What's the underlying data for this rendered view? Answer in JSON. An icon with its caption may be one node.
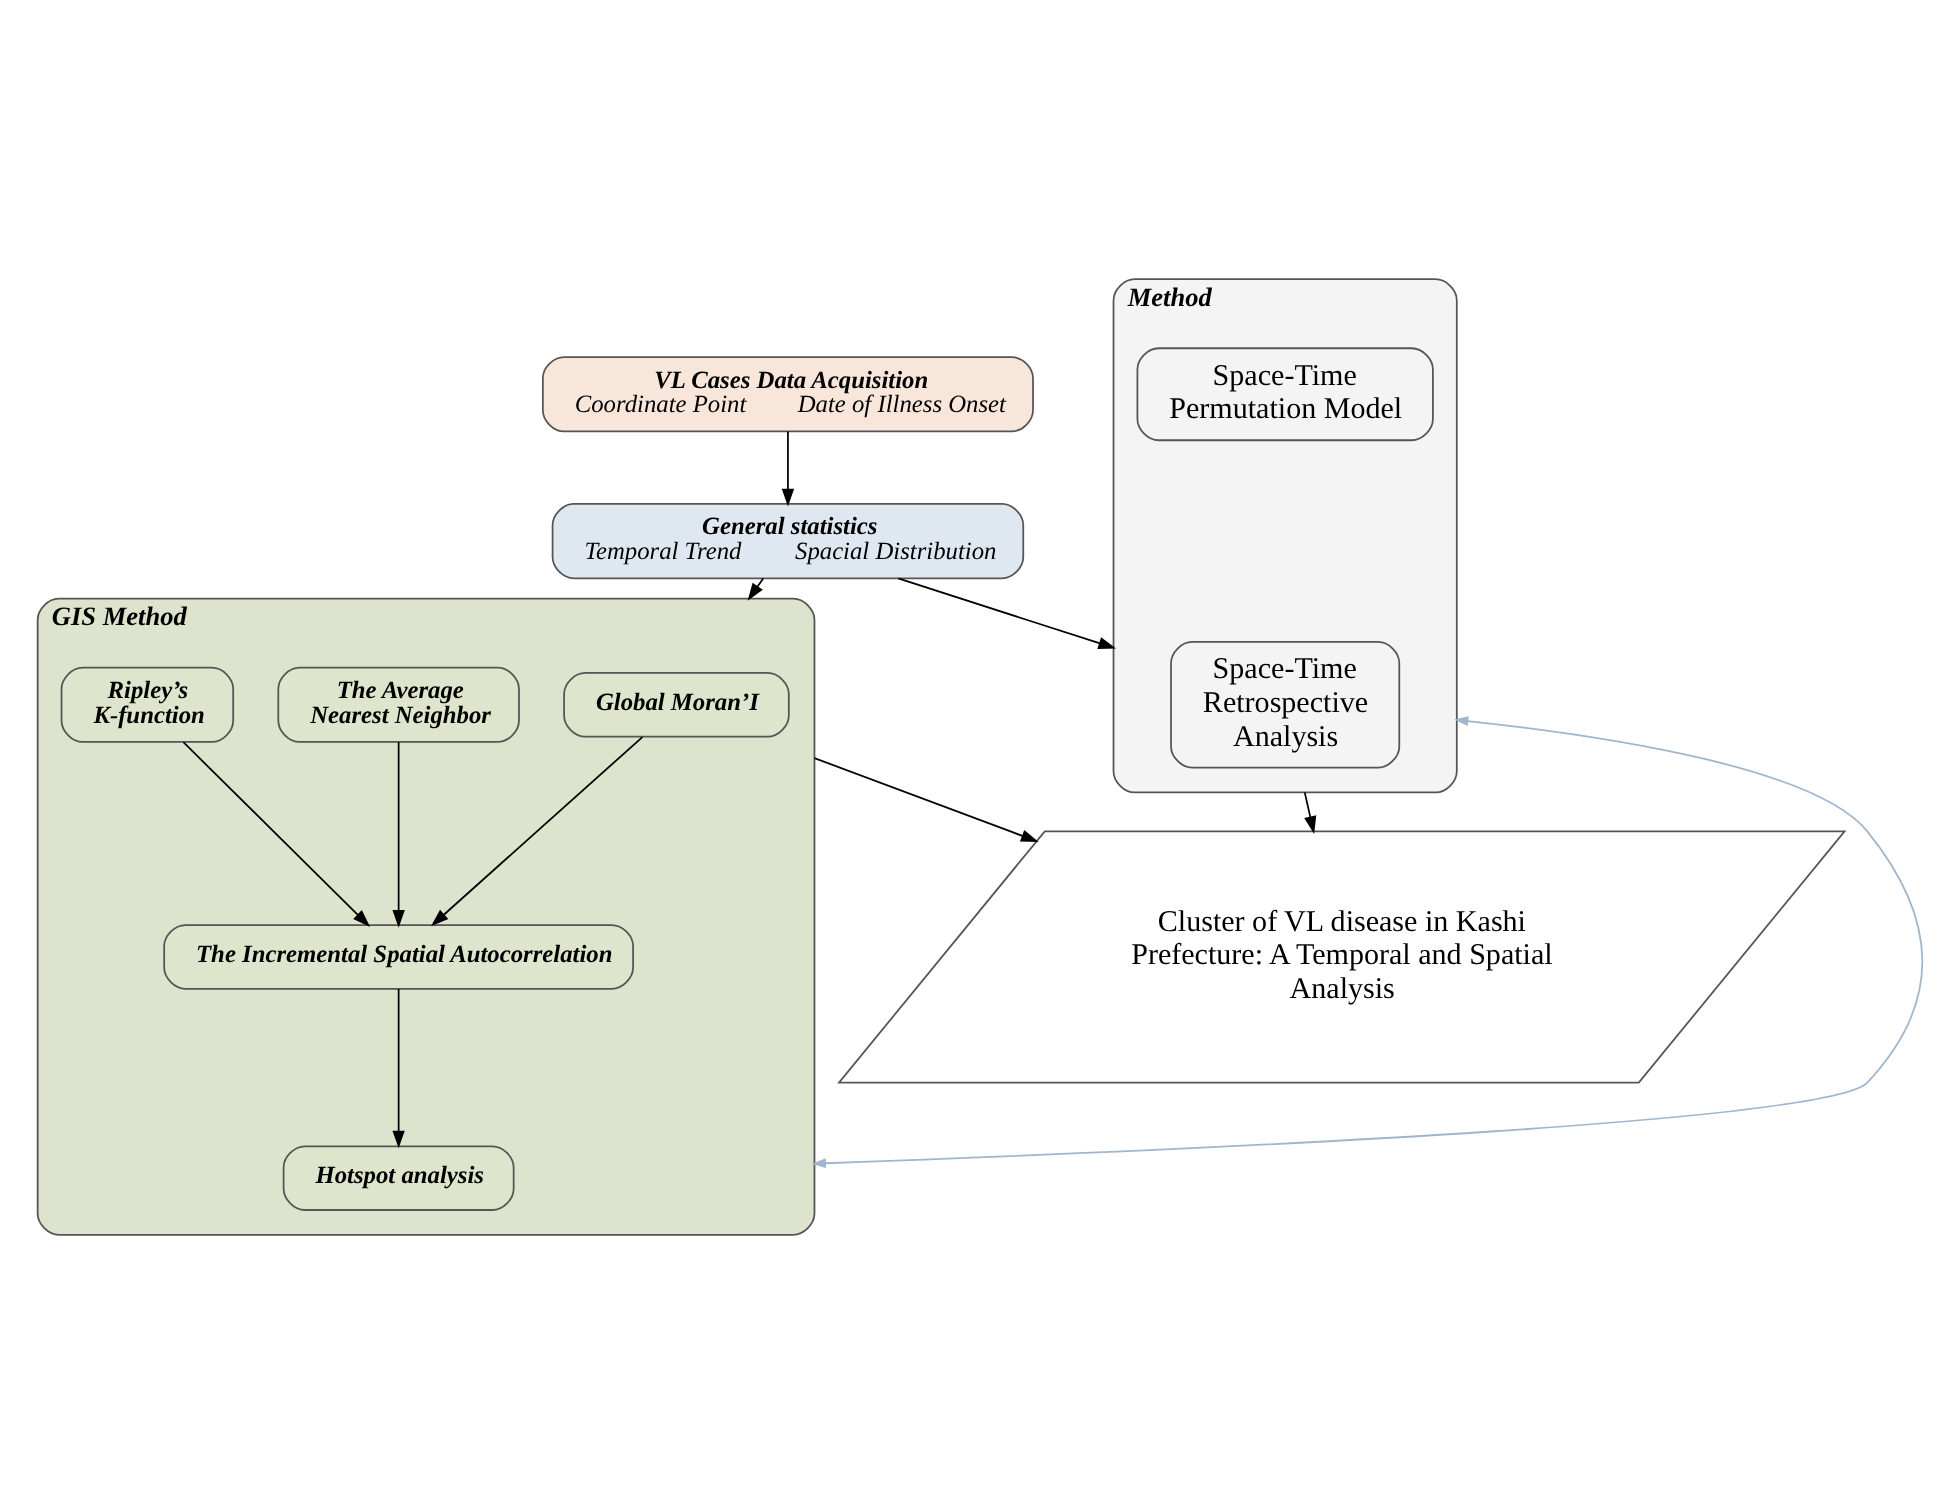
{
  "diagram": {
    "nodes": [
      {
        "text": [
          "VL Cases Data Acquisition",
          "Coordinate Point",
          "Date of Illness Onset"
        ]
      },
      {
        "text": [
          "General statistics",
          "Temporal Trend",
          "Spacial Distribution"
        ]
      },
      {
        "text": [
          "GIS Method"
        ]
      },
      {
        "text": [
          "Global Moran’I"
        ],
        "in": 2
      },
      {
        "text": [
          "The Average Nearest Neighbor"
        ],
        "in": 2
      },
      {
        "text": [
          "Ripley’s K-function"
        ],
        "in": 2
      },
      {
        "text": [
          "The Incremental Spatial Autocorrelation"
        ],
        "in": 2
      },
      {
        "text": [
          "Hotspot analysis"
        ],
        "in": 2
      },
      {
        "text": [
          "Method"
        ]
      },
      {
        "text": [
          "Space-Time Retrospective Analysis"
        ],
        "in": 8
      },
      {
        "text": [
          "Space-Time Permutation Model"
        ],
        "in": 8
      },
      {
        "text": [
          "Cluster of VL disease in Kashi Prefecture: A Temporal and Spatial Analysis"
        ]
      }
    ],
    "edges": [
      {
        "from": 0,
        "to": 1,
        "arrow": "to"
      },
      {
        "from": 1,
        "to": 2,
        "arrow": "to"
      },
      {
        "from": 1,
        "to": 8,
        "arrow": "to"
      },
      {
        "from": 3,
        "to": 6,
        "arrow": "to"
      },
      {
        "from": 4,
        "to": 6,
        "arrow": "to"
      },
      {
        "from": 5,
        "to": 6,
        "arrow": "to"
      },
      {
        "from": 6,
        "to": 7,
        "arrow": "to"
      },
      {
        "from": 2,
        "to": 8,
        "arrow": "both",
        "color": "#9fb6cc"
      },
      {
        "from": 2,
        "to": 11,
        "arrow": "to"
      },
      {
        "from": 8,
        "to": 11,
        "arrow": "to"
      }
    ]
  }
}
